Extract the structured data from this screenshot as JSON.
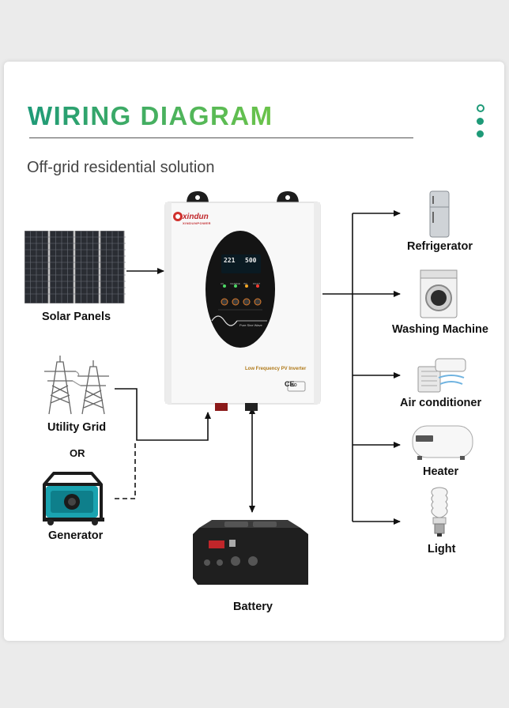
{
  "header": {
    "title": "WIRING DIAGRAM",
    "subtitle": "Off-grid residential solution"
  },
  "inverter": {
    "brand": "xindun",
    "brand_sub": "XINDUNPOWER",
    "model_text": "Low Frequency PV Inverter",
    "lcd_left": "221",
    "lcd_right": "500",
    "wave_text": "Pure Sine Wave",
    "cert_ce": "CE",
    "cert_iso": "ISO",
    "led_labels": [
      "AC",
      "CHARGE",
      "INV",
      "FAULT"
    ]
  },
  "sources": {
    "solar": "Solar Panels",
    "grid": "Utility Grid",
    "or": "OR",
    "generator": "Generator"
  },
  "storage": {
    "battery": "Battery"
  },
  "loads": [
    "Refrigerator",
    "Washing Machine",
    "Air conditioner",
    "Heater",
    "Light"
  ],
  "colors": {
    "title_start": "#1e9a78",
    "title_end": "#6cc44a",
    "generator_body": "#1aa3b0",
    "wire": "#111111"
  }
}
